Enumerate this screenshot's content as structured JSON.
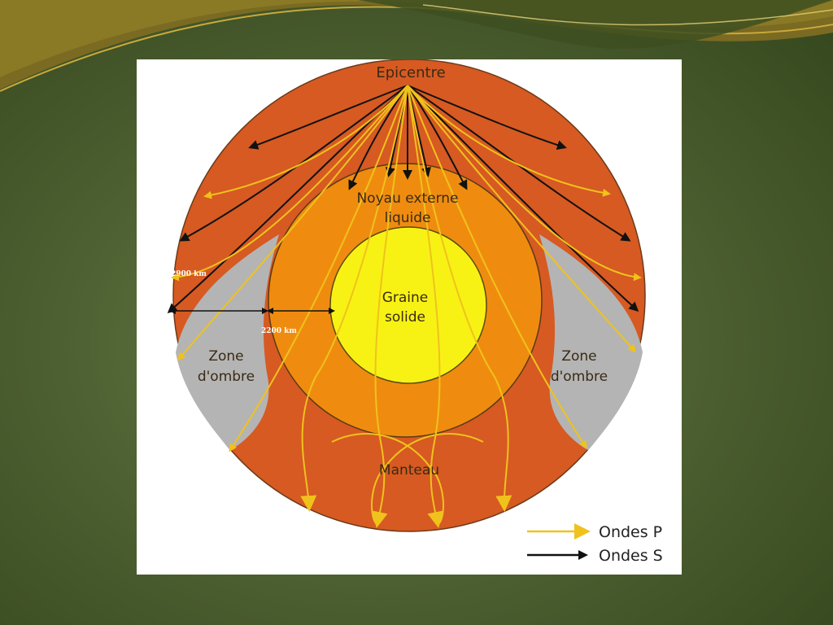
{
  "diagram": {
    "epicentre_label": "Epicentre",
    "noyau_line1": "Noyau externe",
    "noyau_line2": "liquide",
    "graine_line1": "Graine",
    "graine_line2": "solide",
    "zone_left_line1": "Zone",
    "zone_left_line2": "d'ombre",
    "zone_right_line1": "Zone",
    "zone_right_line2": "d'ombre",
    "manteau_label": "Manteau",
    "measure_2900": "2900 km",
    "measure_2200": "2200 km"
  },
  "legend": {
    "p_waves": "Ondes P",
    "s_waves": "Ondes S"
  },
  "colors": {
    "mantle": "#d65a22",
    "outer_core": "#ef8c0f",
    "inner_core": "#f7f214",
    "shadow_zone": "#b4b4b4",
    "p_wave": "#f0c21c",
    "s_wave": "#111111"
  }
}
